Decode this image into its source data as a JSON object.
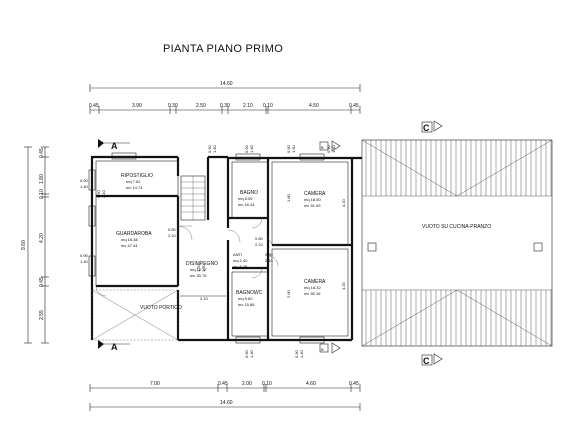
{
  "title": "PIANTA PIANO PRIMO",
  "dims": {
    "total_top": "14.60",
    "total_bottom": "14.60",
    "top_parts": [
      "0.45",
      "3.90",
      "0.30",
      "2.50",
      "0.30",
      "2.10",
      "0.10",
      "4.50",
      "0.45"
    ],
    "bottom_parts": [
      "7.00",
      "0.45",
      "2.00",
      "0.10",
      "4.60",
      "0.45"
    ],
    "left_total": "9.60",
    "left_parts": [
      "0.45",
      "1.80",
      "0.10",
      "4.20",
      "0.45",
      "2.55"
    ],
    "window_widths": [
      "0.90",
      "0.90",
      "0.90",
      "0.90",
      "0.90",
      "0.90",
      "0.90",
      "0.90",
      "0.90",
      "0.90",
      "0.80",
      "0.80",
      "0.80",
      "1.50"
    ],
    "window_heights": [
      "1.40",
      "1.40",
      "1.40",
      "1.40",
      "1.40",
      "1.40",
      "1.40",
      "1.40",
      "2.10",
      "2.10",
      "2.10",
      "2.10",
      "2.10",
      "1.50"
    ],
    "inner_a": "4.20",
    "inner_b": "4.20",
    "inner_c": "2.10",
    "inner_d": "2.90",
    "inner_e": "1.80"
  },
  "rooms": {
    "ripostiglio": {
      "name": "RIPOSTIGLIO",
      "mq": "mq 7.62",
      "mc": "mc 14.74"
    },
    "guardaroba": {
      "name": "GUARDAROBA",
      "mq": "mq 16.38",
      "mc": "mc 47.44"
    },
    "bagno": {
      "name": "BAGNO",
      "mq": "mq 6.05",
      "mc": "mc 16.44"
    },
    "camera1": {
      "name": "CAMERA",
      "mq": "mq 18.60",
      "mc": "mc 51.09"
    },
    "disimpegno": {
      "name": "DISIMPEGNO",
      "mq": "mq 10.37",
      "mc": "mc 30.76"
    },
    "anti": {
      "name": "ANTI",
      "mq": "mq 2.40",
      "mc": "mc 6.48"
    },
    "bagnowc": {
      "name": "BAGNOWC",
      "mq": "mq 5.60",
      "mc": "mc 15.86"
    },
    "camera2": {
      "name": "CAMERA",
      "mq": "mq 18.32",
      "mc": "mc 50.16"
    },
    "vuoto_portico": "VUOTO PORTICO",
    "vuoto_cucina": "VUOTO SU CUCINA-PRANZO"
  },
  "sections": {
    "a_top": "A",
    "a_bottom": "A",
    "b_top": "B",
    "b_bottom": "B",
    "c_top": "C",
    "c_bottom": "C"
  }
}
